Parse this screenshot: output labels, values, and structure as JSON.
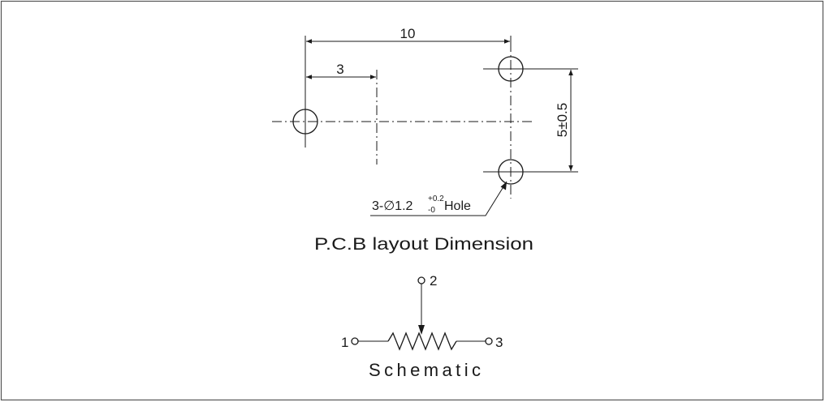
{
  "pcb": {
    "dim_top": "10",
    "dim_offset": "3",
    "dim_vertical": "5±0.5",
    "hole_prefix": "3-∅1.2",
    "hole_tol_plus": "+0.2",
    "hole_tol_minus": "-0",
    "hole_suffix": "Hole",
    "title": "P.C.B layout Dimension"
  },
  "schematic": {
    "pin1": "1",
    "pin2": "2",
    "pin3": "3",
    "title": "Schematic"
  },
  "colors": {
    "line": "#1a1a1a",
    "frame": "#555555",
    "background": "#ffffff"
  }
}
